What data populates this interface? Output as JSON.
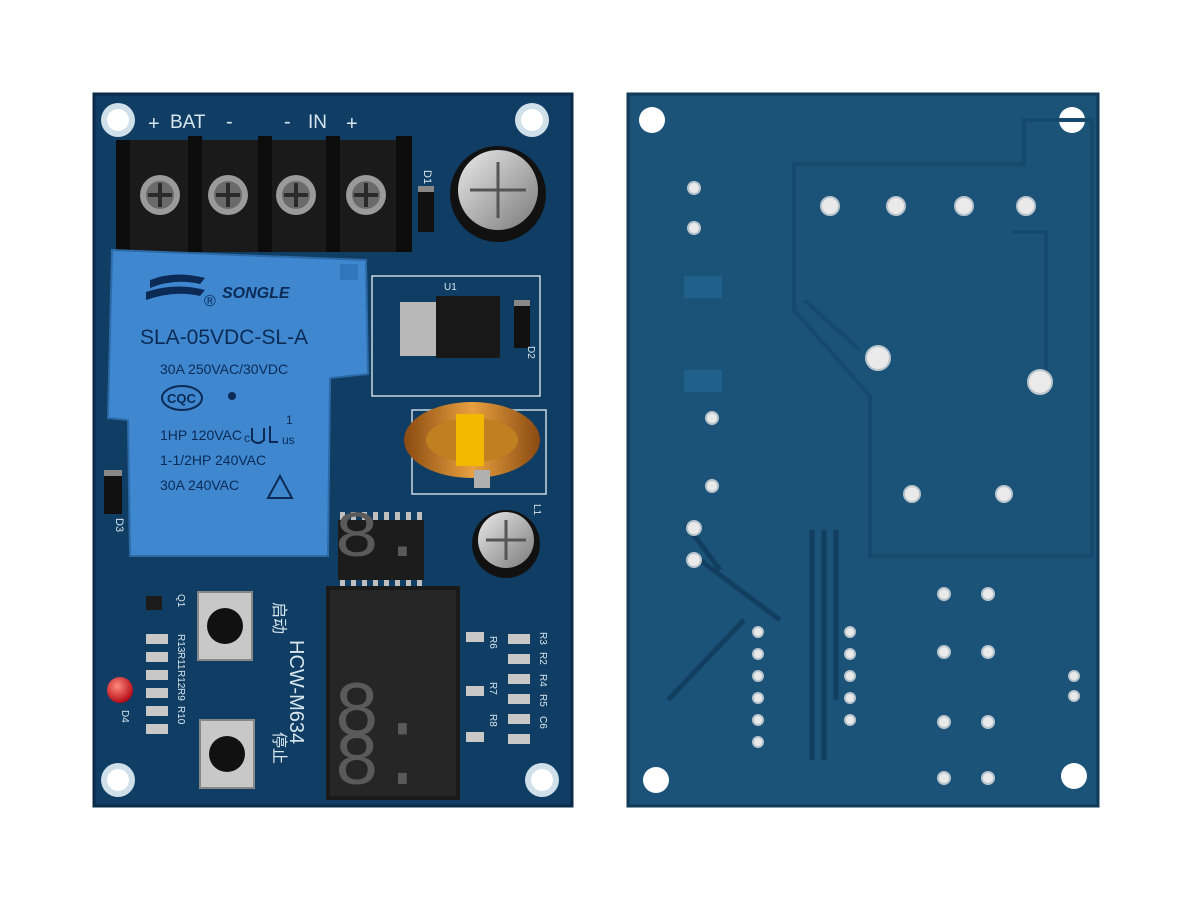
{
  "colors": {
    "background": "#ffffff",
    "pcb_front": "#0f3d63",
    "pcb_back": "#1a5278",
    "relay": "#3f88d0",
    "terminal": "#1a1a1a",
    "display_segment_off": "#5a5a5a",
    "led": "#e02020",
    "copper_pad": "#e8e8e8"
  },
  "front_board": {
    "bat_label": "BAT",
    "in_label": "IN",
    "plus": "+",
    "minus": "-",
    "d1": "D1",
    "u1": "U1",
    "d2": "D2",
    "d3": "D3",
    "d4": "D4",
    "l1": "L1",
    "q1": "Q1",
    "r6": "R6",
    "r7": "R7",
    "r8": "R8",
    "r_left": [
      "R13",
      "R11",
      "R12",
      "R9",
      "R10"
    ],
    "r_right": [
      "R3",
      "R2",
      "R4",
      "R5",
      "C6"
    ],
    "start_label": "启动",
    "stop_label": "停止",
    "model": "HCW-M634",
    "relay": {
      "brand": "SONGLE",
      "registered": "®",
      "model": "SLA-05VDC-SL-A",
      "rating": "30A  250VAC/30VDC",
      "cert": "CQC",
      "ul_line": "1HP 120VAC",
      "ul_c": "c",
      "ul_us": "us",
      "ul_one": "1",
      "hp240": "1-1/2HP 240VAC",
      "a240": "30A  240VAC"
    },
    "display": {
      "digits": [
        "8.",
        "8.",
        "8."
      ]
    }
  },
  "back_board": {}
}
